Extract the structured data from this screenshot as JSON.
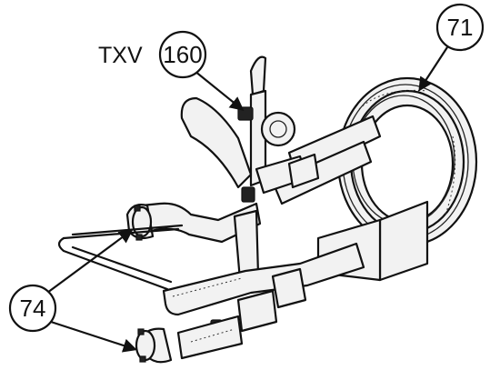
{
  "labels": {
    "txv": "TXV",
    "c160": "160",
    "c71": "71",
    "c74": "74"
  },
  "colors": {
    "line": "#111111",
    "pipe_fill": "#f2f2f2",
    "background": "#ffffff"
  }
}
